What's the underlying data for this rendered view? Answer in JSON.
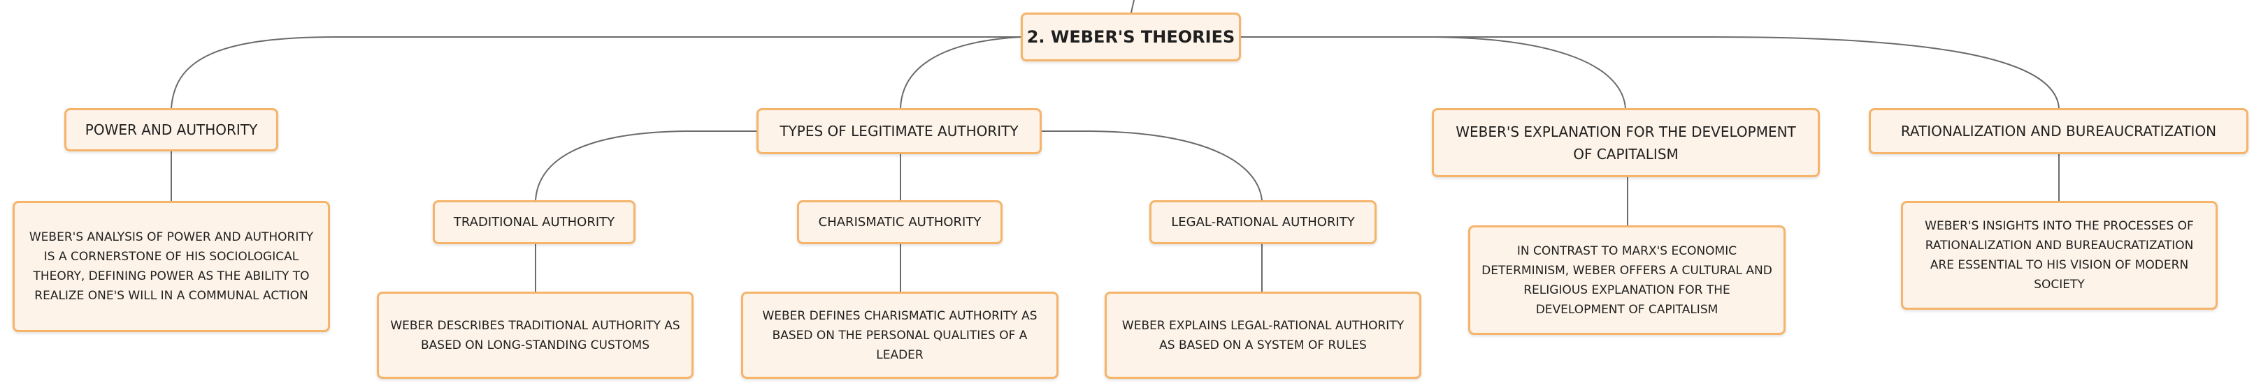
{
  "root": {
    "label": "2. WEBER'S THEORIES"
  },
  "branches": {
    "power": {
      "label": "POWER AND AUTHORITY",
      "note": "WEBER'S ANALYSIS OF POWER AND AUTHORITY IS A CORNERSTONE OF HIS SOCIOLOGICAL THEORY, DEFINING POWER AS THE ABILITY TO REALIZE ONE'S WILL IN A COMMUNAL ACTION"
    },
    "types": {
      "label": "TYPES OF LEGITIMATE AUTHORITY",
      "children": [
        {
          "label": "TRADITIONAL AUTHORITY",
          "note": "WEBER DESCRIBES TRADITIONAL AUTHORITY AS BASED ON LONG-STANDING CUSTOMS"
        },
        {
          "label": "CHARISMATIC AUTHORITY",
          "note": "WEBER DEFINES CHARISMATIC AUTHORITY AS BASED ON THE PERSONAL QUALITIES OF A LEADER"
        },
        {
          "label": "LEGAL-RATIONAL AUTHORITY",
          "note": "WEBER EXPLAINS LEGAL-RATIONAL AUTHORITY AS BASED ON A SYSTEM OF RULES"
        }
      ]
    },
    "capitalism": {
      "label": "WEBER'S EXPLANATION FOR THE DEVELOPMENT OF CAPITALISM",
      "note": "IN CONTRAST TO MARX'S ECONOMIC DETERMINISM, WEBER OFFERS A CULTURAL AND RELIGIOUS EXPLANATION FOR THE DEVELOPMENT OF CAPITALISM"
    },
    "rationalization": {
      "label": "RATIONALIZATION AND BUREAUCRATIZATION",
      "note": "WEBER'S INSIGHTS INTO THE PROCESSES OF RATIONALIZATION AND BUREAUCRATIZATION ARE ESSENTIAL TO HIS VISION OF MODERN SOCIETY"
    }
  },
  "colors": {
    "node_fill": "#fdf3e8",
    "node_border": "#f5b46a",
    "connector": "#6b6b6b",
    "text": "#1f1f1f"
  }
}
